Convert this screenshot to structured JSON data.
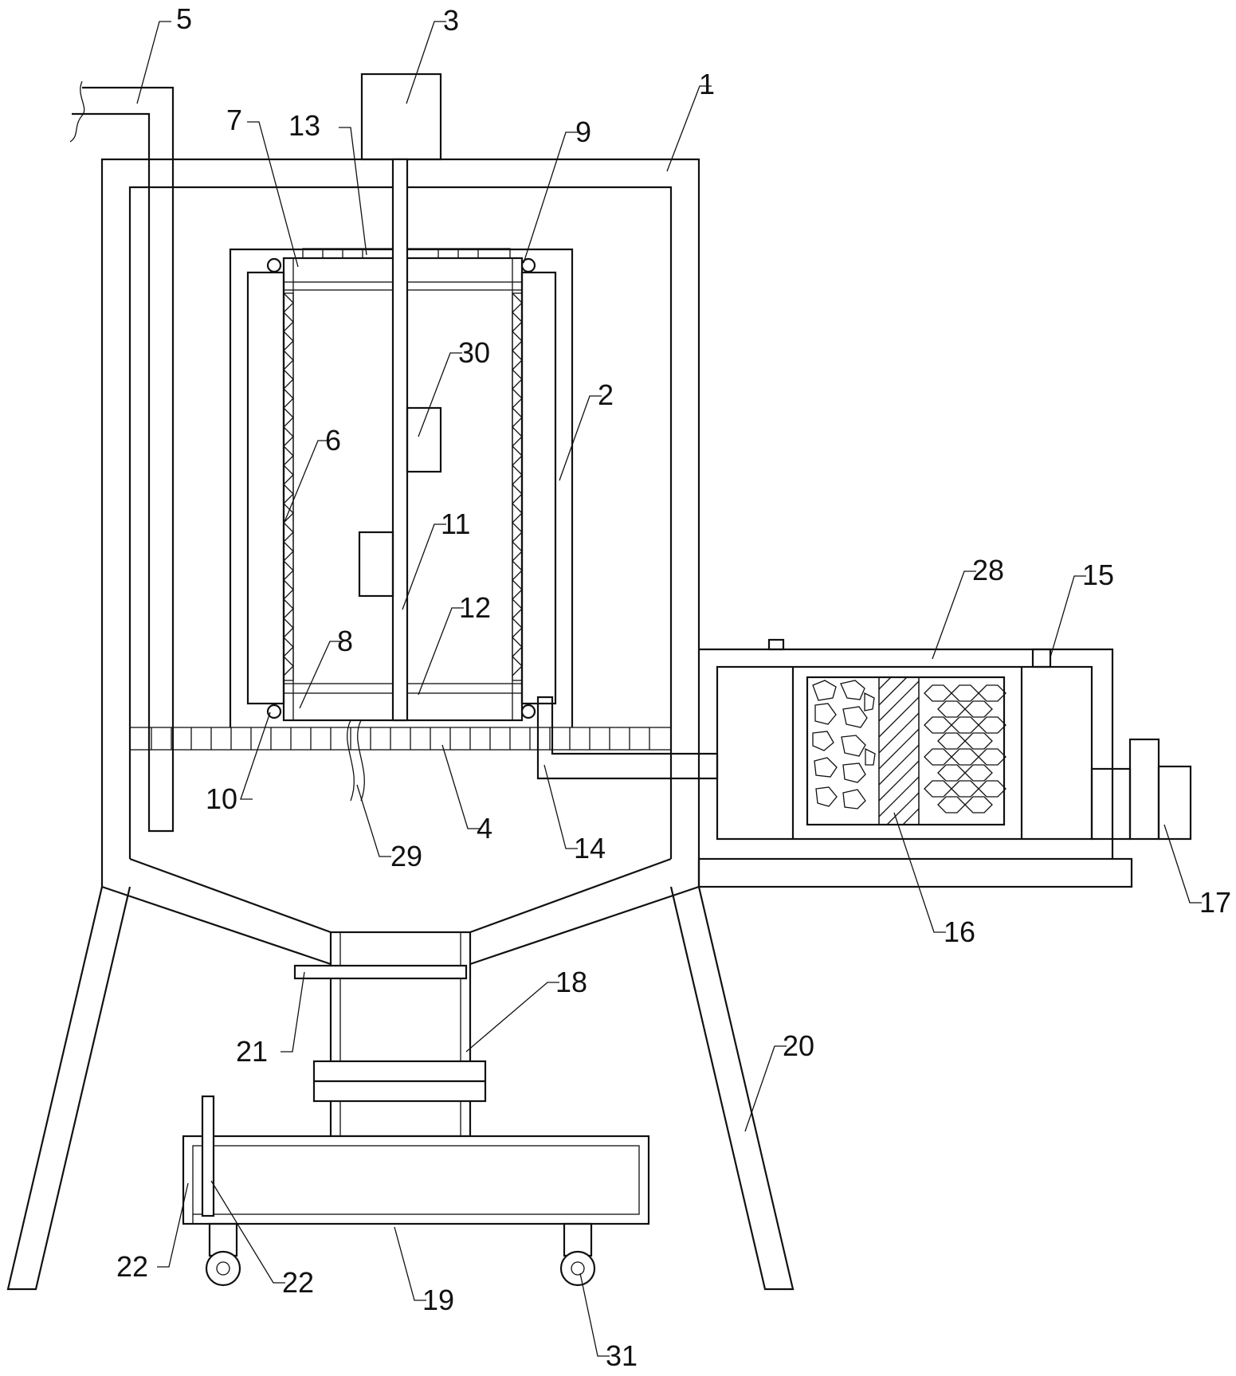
{
  "labels": [
    {
      "key": "l5",
      "text": "5"
    },
    {
      "key": "l3",
      "text": "3"
    },
    {
      "key": "l1",
      "text": "1"
    },
    {
      "key": "l7",
      "text": "7"
    },
    {
      "key": "l13",
      "text": "13"
    },
    {
      "key": "l9",
      "text": "9"
    },
    {
      "key": "l30",
      "text": "30"
    },
    {
      "key": "l2",
      "text": "2"
    },
    {
      "key": "l6",
      "text": "6"
    },
    {
      "key": "l11",
      "text": "11"
    },
    {
      "key": "l28",
      "text": "28"
    },
    {
      "key": "l15",
      "text": "15"
    },
    {
      "key": "l12",
      "text": "12"
    },
    {
      "key": "l8",
      "text": "8"
    },
    {
      "key": "l10",
      "text": "10"
    },
    {
      "key": "l29",
      "text": "29"
    },
    {
      "key": "l4",
      "text": "4"
    },
    {
      "key": "l14",
      "text": "14"
    },
    {
      "key": "l16",
      "text": "16"
    },
    {
      "key": "l17",
      "text": "17"
    },
    {
      "key": "l18",
      "text": "18"
    },
    {
      "key": "l21",
      "text": "21"
    },
    {
      "key": "l20",
      "text": "20"
    },
    {
      "key": "l22a",
      "text": "22"
    },
    {
      "key": "l22b",
      "text": "22"
    },
    {
      "key": "l19",
      "text": "19"
    },
    {
      "key": "l31",
      "text": "31"
    }
  ]
}
